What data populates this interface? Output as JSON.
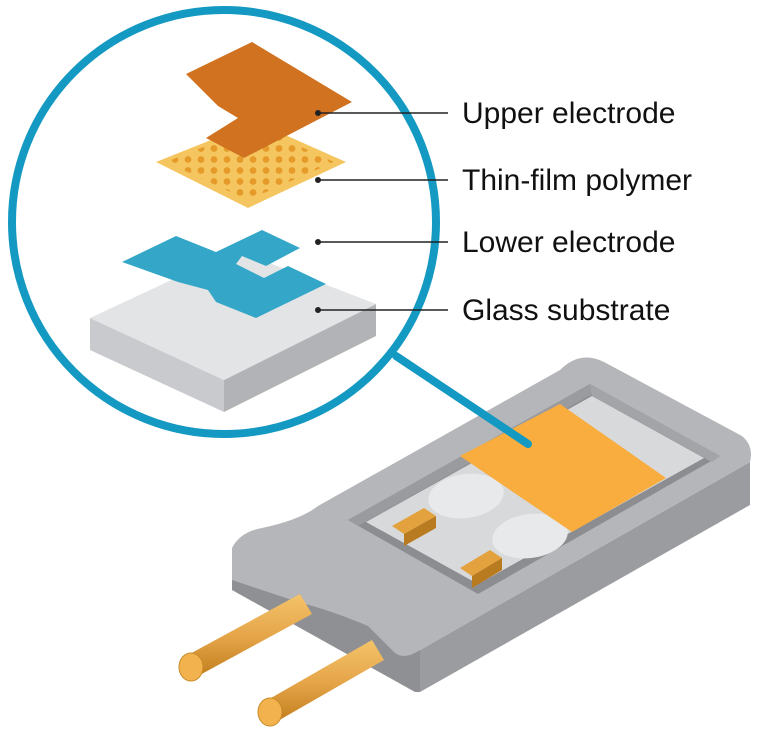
{
  "labels": {
    "upper_electrode": "Upper electrode",
    "thin_film_polymer": "Thin-film polymer",
    "lower_electrode": "Lower electrode",
    "glass_substrate": "Glass substrate"
  },
  "colors": {
    "zoom_ring": "#1499c2",
    "upper_electrode": "#d0721f",
    "thin_film_polymer": "#f5c660",
    "polymer_dots": "#e59a2a",
    "lower_electrode": "#34a7c8",
    "glass_substrate": "#e3e4e6",
    "housing": "#b5b6b9",
    "sensor_pad": "#f8ad3e",
    "pins": "#e6a64a"
  }
}
